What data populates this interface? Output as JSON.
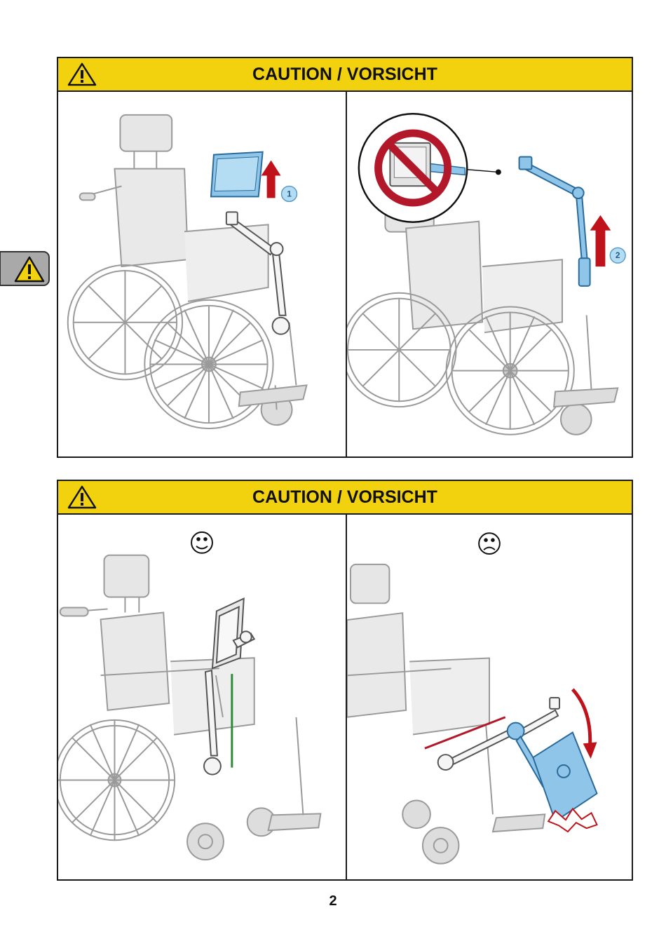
{
  "panels": [
    {
      "title": "CAUTION / VORSICHT",
      "left_step": "1",
      "right_step": "2"
    },
    {
      "title": "CAUTION / VORSICHT"
    }
  ],
  "page_number": "2",
  "colors": {
    "caution_yellow": "#f2d20e",
    "side_tab_gray": "#a9a9a9",
    "highlight_blue": "#8ec5e8",
    "arrow_red": "#c0121b",
    "prohibition_red": "#b3182a",
    "correct_green": "#2e8b3a"
  }
}
